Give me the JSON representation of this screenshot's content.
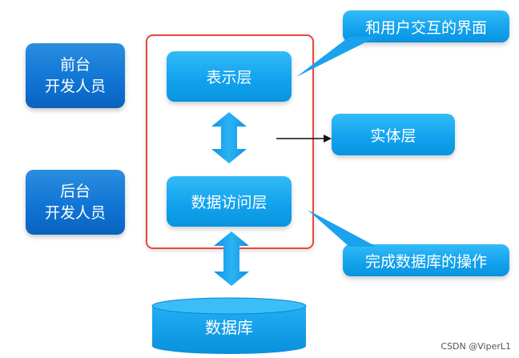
{
  "developers": {
    "front": {
      "line1": "前台",
      "line2": "开发人员"
    },
    "back": {
      "line1": "后台",
      "line2": "开发人员"
    }
  },
  "layers": {
    "presentation": "表示层",
    "data_access": "数据访问层",
    "entity": "实体层",
    "database": "数据库"
  },
  "callouts": {
    "ui": "和用户交互的界面",
    "db_ops": "完成数据库的操作"
  },
  "watermark": "CSDN @ViperL1",
  "colors": {
    "developer_box": "#0f73d4",
    "layer_box": "#12a3ee",
    "frame": "#e8473f",
    "arrow": "#1aa2ee"
  }
}
